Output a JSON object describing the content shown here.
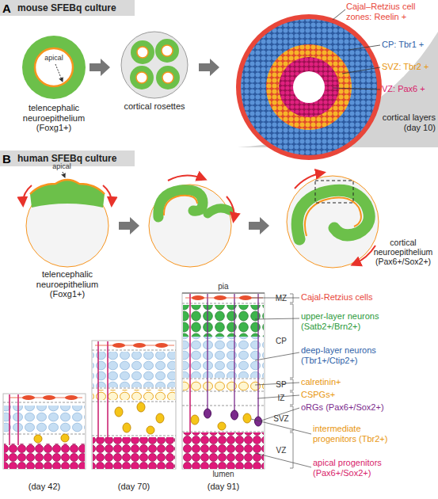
{
  "diagram": {
    "labels": [
      "A",
      "mouse SFEBq culture",
      "apical",
      "telencephalic neuroepithelium (Foxg1+)",
      "cortical rosettes",
      "Cajal–Retzius cell zones: Reelin +",
      "CP: Tbr1 +",
      "SVZ: Tbr2 +",
      "VZ: Pax6 +",
      "cortical layers (day 10)",
      "B",
      "human SFEBq culture",
      "apical",
      "telencephalic neuroepithelium (Foxg1+)",
      "cortical neuroepithelium (Pax6+/Sox2+)",
      "pia",
      "MZ",
      "CP",
      "SP",
      "IZ",
      "SVZ",
      "VZ",
      "Cajal-Retzius cells",
      "upper-layer neurons (Satb2+/Brn2+)",
      "deep-layer neurons (Tbr1+/Ctip2+)",
      "calretinin+",
      "CSPGs+",
      "oRGs (Pax6+/Sox2+)",
      "intermediate progenitors (Tbr2+)",
      "apical progenitors (Pax6+/Sox2+)",
      "lumen",
      "(day 42)",
      "(day 70)",
      "(day 91)"
    ]
  }
}
